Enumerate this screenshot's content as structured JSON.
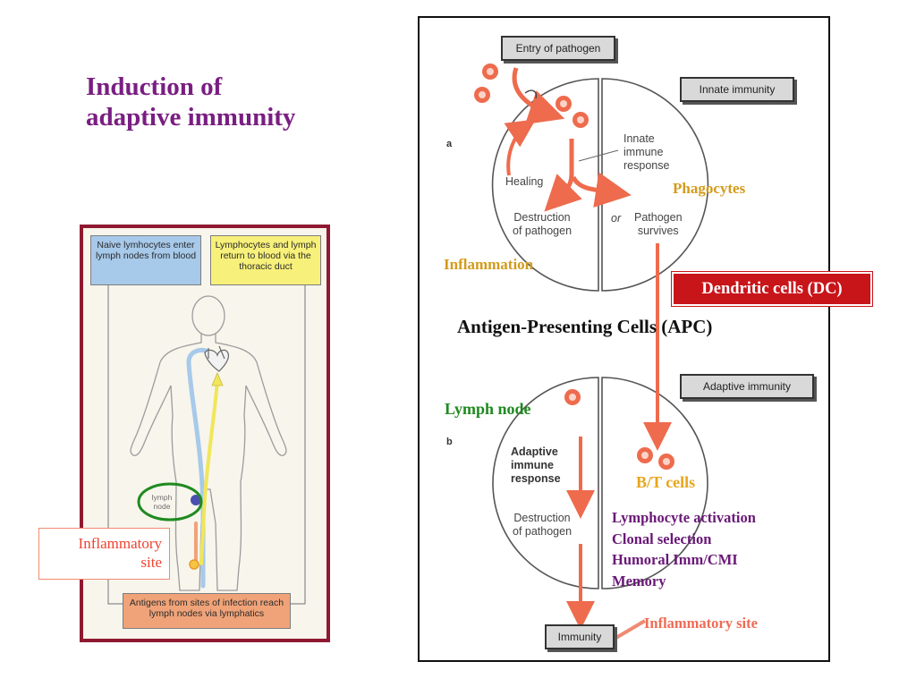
{
  "title": {
    "line1": "Induction of",
    "line2": "adaptive immunity"
  },
  "left_figure": {
    "naive_box": "Naive lymhocytes enter lymph nodes from blood",
    "return_box": "Lymphocytes and lymph return to blood via the thoracic duct",
    "antigens_box": "Antigens from sites of infection reach lymph nodes via lymphatics",
    "lymph_node_label": "lymph node",
    "colors": {
      "frame": "#8e1930",
      "blood": "#a7c9ea",
      "lymph": "#f7f07a",
      "antigen": "#f0a378",
      "circle": "#1f8a1f"
    }
  },
  "inflammatory_site_box": {
    "line1": "Inflammatory",
    "line2": "site"
  },
  "right_figure": {
    "entry_box": "Entry of pathogen",
    "innate_box": "Innate immunity",
    "adaptive_box": "Adaptive immunity",
    "immunity_box": "Immunity",
    "label_a": "a",
    "label_b": "b",
    "innate_response": [
      "Innate",
      "immune",
      "response"
    ],
    "healing": "Healing",
    "destruction_a": [
      "Destruction",
      "of pathogen"
    ],
    "or_text": "or",
    "pathogen_survives": [
      "Pathogen",
      "survives"
    ],
    "adaptive_response": [
      "Adaptive",
      "immune",
      "response"
    ],
    "destruction_b": [
      "Destruction",
      "of pathogen"
    ]
  },
  "annotations": {
    "phagocytes": "Phagocytes",
    "inflammation": "Inflammation",
    "dendritic_cells": "Dendritic cells (DC)",
    "apc": "Antigen-Presenting Cells (APC)",
    "lymph_node": "Lymph node",
    "bt_cells": "B/T cells",
    "list": [
      "Lymphocyte activation",
      "Clonal selection",
      "Humoral Imm/CMI",
      "Memory"
    ],
    "inflammatory_site": "Inflammatory site"
  },
  "colors": {
    "arrow": "#ee6b4d",
    "title": "#7a1e82",
    "dc_box": "#c8151a"
  }
}
